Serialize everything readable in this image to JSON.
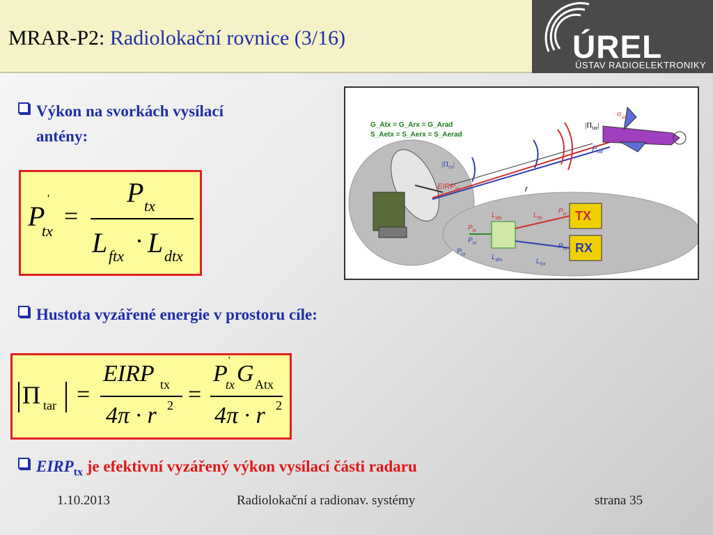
{
  "header": {
    "code": "MRAR-P2:",
    "subtitle": "Radiolokační rovnice (3/16)"
  },
  "logo": {
    "name": "ÚREL",
    "full": "ÚSTAV RADIOELEKTRONIKY"
  },
  "bullets": [
    {
      "line1": "Výkon na svorkách vysílací",
      "line2": "antény:"
    },
    {
      "text": "Hustota vyzářené energie v prostoru cíle:"
    },
    {
      "term": "EIRP",
      "term_sub": "tx",
      "text": "je efektivní vyzářený výkon vysílací části radaru"
    }
  ],
  "formula1": {
    "lhs": "P",
    "lhs_sub": "tx",
    "lhs_sup": "'",
    "eq": "=",
    "num": "P",
    "num_sub": "tx",
    "den_a": "L",
    "den_a_sub": "ftx",
    "dot": "·",
    "den_b": "L",
    "den_b_sub": "dtx"
  },
  "formula2": {
    "lhs": "Π",
    "lhs_sub": "tar",
    "num1": "EIRP",
    "num1_sub": "tx",
    "den1": "4π · r",
    "den1_sup": "2",
    "num2_p": "P",
    "num2_p_sub": "tx",
    "num2_p_sup": "'",
    "num2_g": "G",
    "num2_g_sub": "Atx",
    "den2": "4π · r",
    "den2_sup": "2",
    "eq": "="
  },
  "diagram": {
    "gain_line1": "G_Atx = G_Arx = G_Arad",
    "gain_line2": "S_Aetx = S_Aerx = S_Aerad",
    "sigma": "σ",
    "sigma_sub": "av",
    "pi_tar": "|Π",
    "pi_tar_sub": "tar",
    "pi_rx": "|Π",
    "pi_rx_sub": "rx",
    "p_tar": "P",
    "p_tar_sub": "tar",
    "eirp": "EIRP",
    "eirp_sub": "tx",
    "r": "r",
    "l_dtx": "L",
    "l_dtx_sub": "dtx",
    "l_ftx": "L",
    "l_ftx_sub": "ftx",
    "p_tx": "P",
    "p_tx_sub": "tx",
    "p_tx_prime": "P",
    "p_tx_prime_sub": "tx",
    "p_rx_prime": "P",
    "p_rx_prime_sub": "rx",
    "p_rx": "P",
    "p_rx_sub": "rx",
    "l_drx": "L",
    "l_drx_sub": "drx",
    "l_frx": "L",
    "l_frx_sub": "frx",
    "p_rx2": "P",
    "p_rx2_sub": "rx",
    "tx_label": "TX",
    "rx_label": "RX"
  },
  "footer": {
    "date": "1.10.2013",
    "course": "Radiolokační a radionav. systémy",
    "page": "strana 35"
  }
}
